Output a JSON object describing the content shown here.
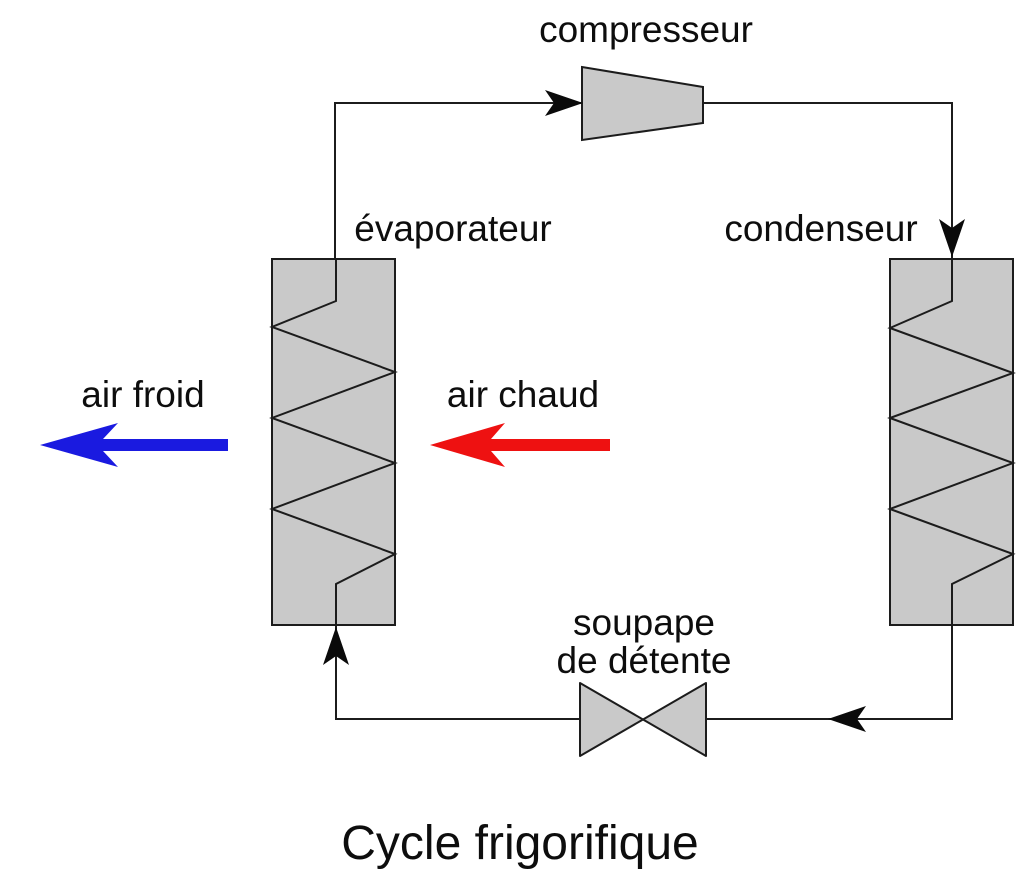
{
  "title": "Cycle frigorifique",
  "labels": {
    "compressor": "compresseur",
    "evaporator": "évaporateur",
    "condenser": "condenseur",
    "valve_line1": "soupape",
    "valve_line2": "de détente",
    "cold_air": "air froid",
    "hot_air": "air chaud"
  },
  "colors": {
    "component_fill": "#c9c9c9",
    "line": "#1c1c1c",
    "arrow": "#0a0a0a",
    "cold_air_arrow": "#1a1ae0",
    "hot_air_arrow": "#ee1111",
    "background": "#ffffff"
  }
}
